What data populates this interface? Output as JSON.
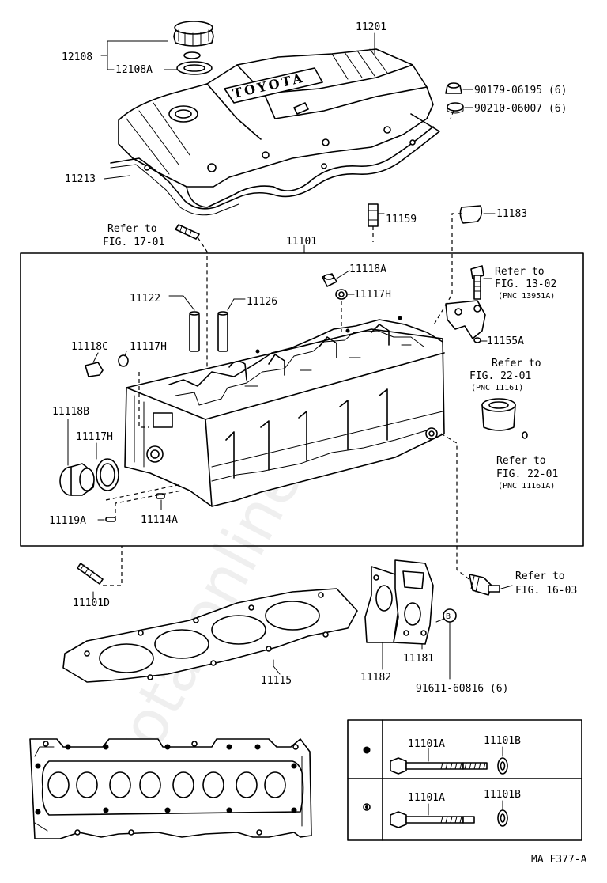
{
  "labels": {
    "p11201": "11201",
    "p12108": "12108",
    "p12108a": "12108A",
    "p90179": "90179-06195 (6)",
    "p90210": "90210-06007 (6)",
    "p11213": "11213",
    "p11159": "11159",
    "p11183": "11183",
    "refer_to_1": "Refer to",
    "fig_1701": "FIG. 17-01",
    "p11101": "11101",
    "p11118a": "11118A",
    "p11117h_a": "11117H",
    "refer_to_2": "Refer to",
    "fig_1302": "FIG. 13-02",
    "pnc_13951a": "(PNC 13951A)",
    "p11122": "11122",
    "p11126": "11126",
    "p11155a": "11155A",
    "p11118c": "11118C",
    "p11117h_b": "11117H",
    "refer_to_3": "Refer to",
    "fig_2201_a": "FIG. 22-01",
    "pnc_11161": "(PNC 11161)",
    "p11118b": "11118B",
    "p11117h_c": "11117H",
    "refer_to_4": "Refer to",
    "fig_2201_b": "FIG. 22-01",
    "pnc_11161a": "(PNC 11161A)",
    "p11119a": "11119A",
    "p11114a": "11114A",
    "p11101d": "11101D",
    "refer_to_5": "Refer to",
    "fig_1603": "FIG. 16-03",
    "p11115": "11115",
    "p11182": "11182",
    "p11181": "11181",
    "b_marker": "B",
    "p91611": "91611-60816 (6)",
    "logo_text": "TOYOTA",
    "watermark": "toyota-online.ru",
    "footer_code": "MA F377-A"
  },
  "inset_table": {
    "rows": [
      {
        "bolt_label": "11101A",
        "washer_label": "11101B"
      },
      {
        "bolt_label": "11101A",
        "washer_label": "11101B"
      }
    ]
  }
}
